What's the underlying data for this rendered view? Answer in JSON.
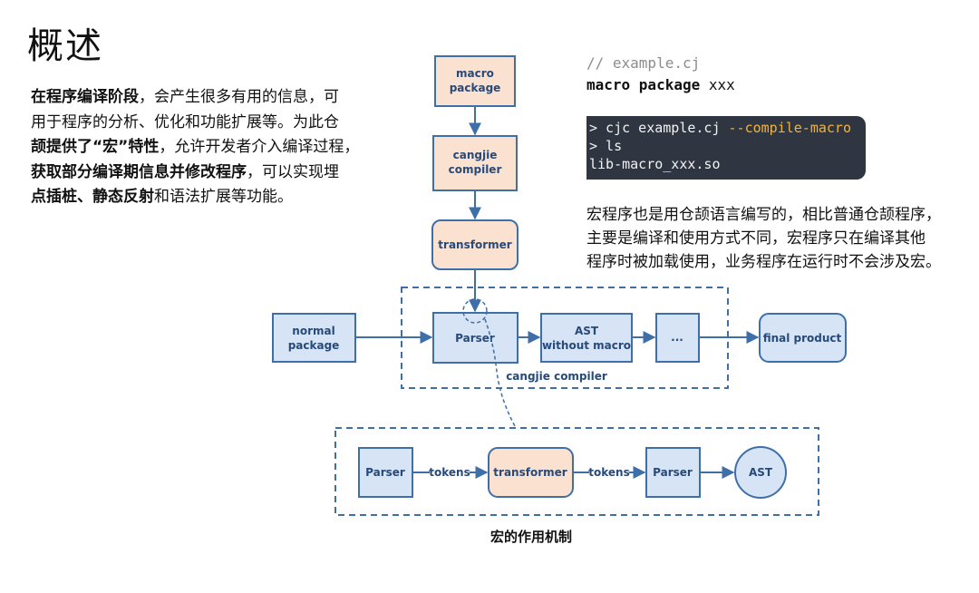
{
  "title": "概述",
  "intro": {
    "line1_bold": "在程序编译阶段",
    "line1_light": "，会产生很多有用的信息，可",
    "line2": "用于程序的分析、优化和功能扩展等。为此仓",
    "line3_bold": "颉提供了“宏”特性",
    "line3_light": "，允许开发者介入编译过程，",
    "line4_bold": "获取部分编译期信息并修改程序",
    "line4_light": "，可以实现埋",
    "line5_bold": "点插桩、静态反射",
    "line5_light": "和语法扩展等功能。"
  },
  "code": {
    "comment": "// example.cj",
    "keyword": "macro package",
    "name": " xxx"
  },
  "terminal": {
    "cmd1_prefix": "> cjc example.cj ",
    "cmd1_flag": "--compile-macro",
    "cmd2": "> ls",
    "output": "lib-macro_xxx.so"
  },
  "side_desc": {
    "line1": "宏程序也是用仓颉语言编写的，相比普通仓颉程序，",
    "line2": "主要是编译和使用方式不同，宏程序只在编译其他",
    "line3": "程序时被加载使用，业务程序在运行时不会涉及宏。"
  },
  "diagram": {
    "macro_package_1": "macro",
    "macro_package_2": "package",
    "cangjie_compiler_1": "cangjie",
    "cangjie_compiler_2": "compiler",
    "transformer": "transformer",
    "normal_package_1": "normal",
    "normal_package_2": "package",
    "parser": "Parser",
    "ast_1": "AST",
    "ast_2": "without macro",
    "ellipsis": "...",
    "final_product": "final product",
    "group_label": "cangjie compiler",
    "detail_parser_1": "Parser",
    "tokens_1": "tokens",
    "detail_transformer": "transformer",
    "tokens_2": "tokens",
    "detail_parser_2": "Parser",
    "detail_ast": "AST"
  },
  "caption": "宏的作用机制",
  "colors": {
    "blue_fill": "#d6e4f5",
    "blue_stroke": "#3e6fa8",
    "orange_fill": "#fbe1cf",
    "orange_stroke": "#d89a73",
    "text_blue": "#274a7a",
    "terminal_bg": "#2f3642",
    "flag": "#f2b33d"
  }
}
